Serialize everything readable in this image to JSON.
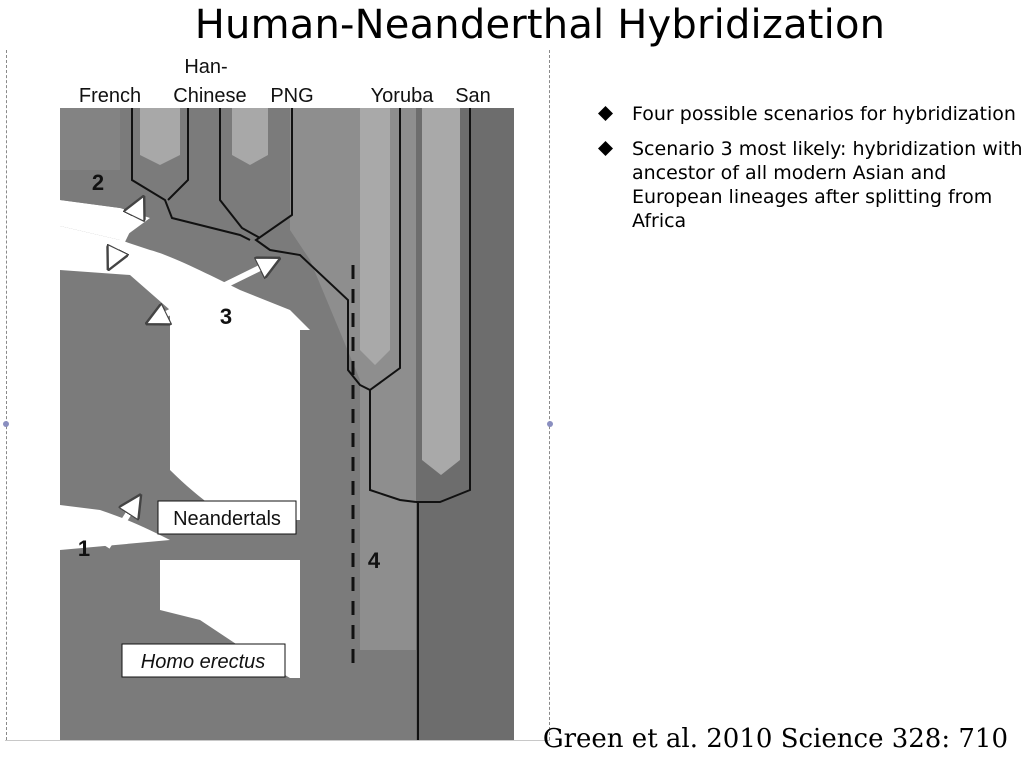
{
  "slide": {
    "title": "Human-Neanderthal Hybridization",
    "citation": "Green et al. 2010 Science 328: 710"
  },
  "bullets": [
    {
      "text": "Four possible scenarios for hybridization"
    },
    {
      "text": "Scenario 3 most likely: hybridization with ancestor of all modern Asian and European lineages after splitting from Africa"
    }
  ],
  "figure": {
    "populations": {
      "french": "French",
      "han_chinese_line1": "Han-",
      "han_chinese_line2": "Chinese",
      "png": "PNG",
      "yoruba": "Yoruba",
      "san": "San"
    },
    "groups": {
      "neandertals": "Neandertals",
      "homo_erectus": "Homo erectus"
    },
    "scenarios": {
      "s1": "1",
      "s2": "2",
      "s3": "3",
      "s4": "4"
    }
  }
}
